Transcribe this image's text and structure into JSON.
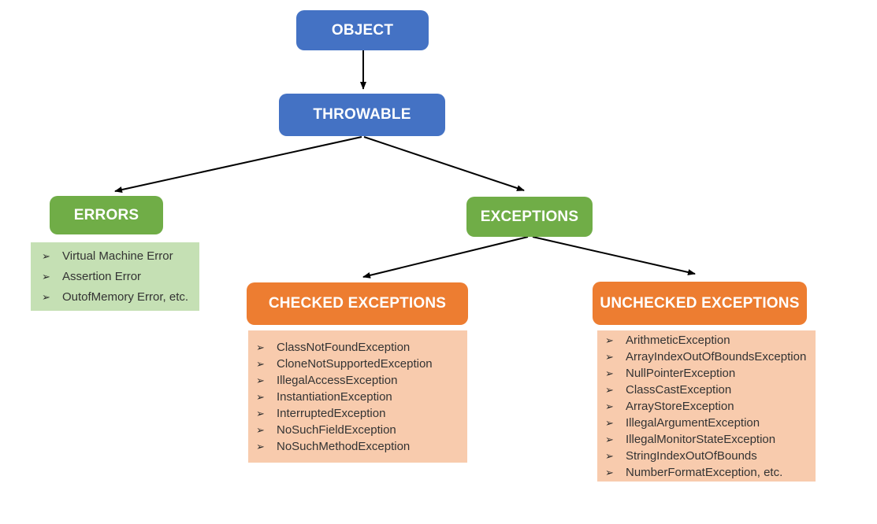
{
  "diagram": {
    "bullet": "➢",
    "colors": {
      "blue": "#4472C4",
      "green": "#70AD47",
      "light_green": "#C5E0B4",
      "orange": "#ED7D31",
      "light_orange": "#F8CBAD",
      "arrow": "#000000"
    },
    "nodes": {
      "object": {
        "label": "OBJECT"
      },
      "throwable": {
        "label": "THROWABLE"
      },
      "errors": {
        "label": "ERRORS"
      },
      "exceptions": {
        "label": "EXCEPTIONS"
      },
      "checked_exceptions": {
        "label": "CHECKED EXCEPTIONS"
      },
      "unchecked_exceptions": {
        "label": "UNCHECKED EXCEPTIONS"
      }
    },
    "error_list": {
      "items": [
        "Virtual Machine Error",
        "Assertion Error",
        "OutofMemory Error, etc."
      ]
    },
    "checked_list": {
      "items": [
        "ClassNotFoundException",
        "CloneNotSupportedException",
        "IllegalAccessException",
        "InstantiationException",
        "InterruptedException",
        "NoSuchFieldException",
        "NoSuchMethodException"
      ]
    },
    "unchecked_list": {
      "items": [
        "ArithmeticException",
        "ArrayIndexOutOfBoundsException",
        "NullPointerException",
        "ClassCastException",
        "ArrayStoreException",
        "IllegalArgumentException",
        "IllegalMonitorStateException",
        "StringIndexOutOfBounds",
        "NumberFormatException, etc."
      ]
    }
  }
}
